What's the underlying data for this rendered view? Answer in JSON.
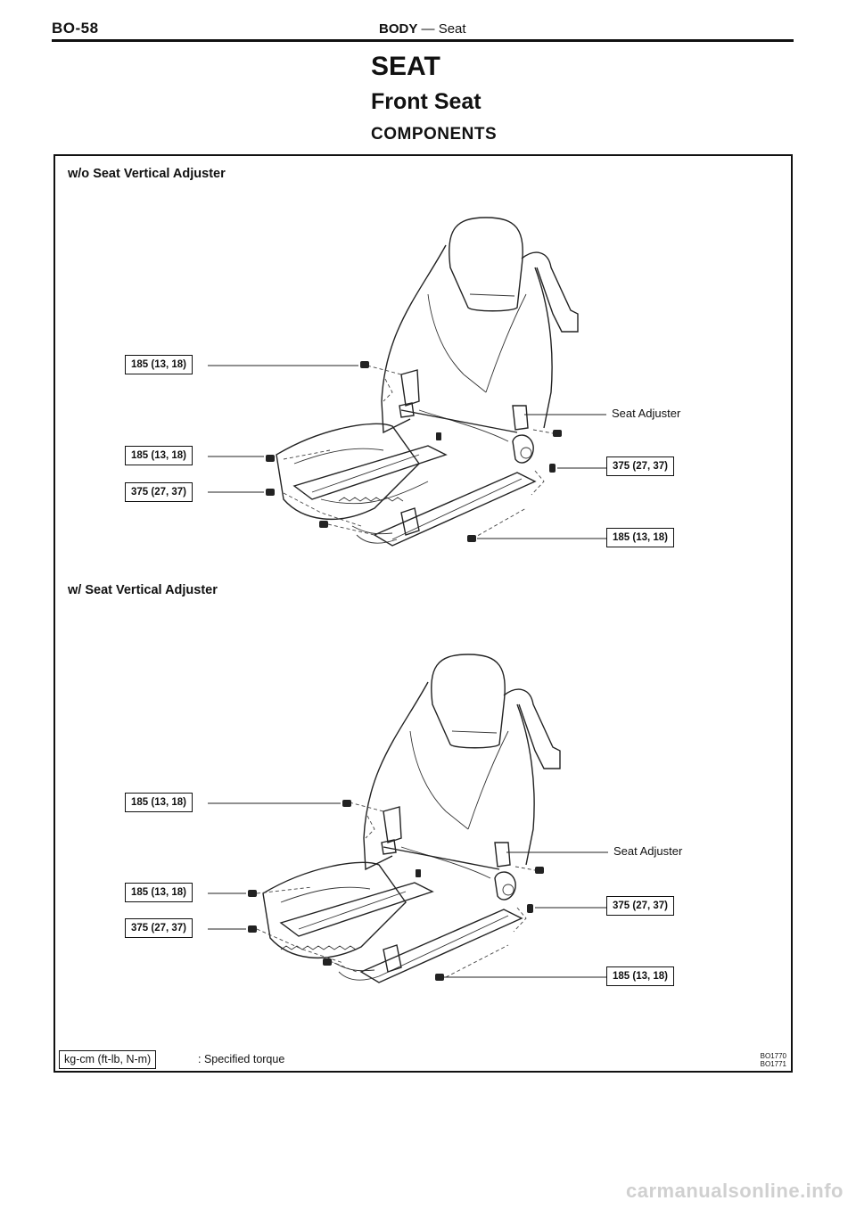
{
  "header": {
    "page_code": "BO-58",
    "section": "BODY",
    "separator": "—",
    "subsection": "Seat"
  },
  "titles": {
    "main": "SEAT",
    "sub": "Front Seat",
    "section": "COMPONENTS"
  },
  "figure_top": {
    "caption": "w/o Seat Vertical Adjuster",
    "labels": {
      "torque_upper_left": "185 (13, 18)",
      "torque_mid_left": "185 (13, 18)",
      "torque_lower_left": "375 (27, 37)",
      "seat_adjuster": "Seat Adjuster",
      "torque_right_mid": "375 (27, 37)",
      "torque_right_low": "185 (13, 18)"
    }
  },
  "figure_bottom": {
    "caption": "w/ Seat Vertical Adjuster",
    "labels": {
      "torque_upper_left": "185 (13, 18)",
      "torque_mid_left": "185 (13, 18)",
      "torque_lower_left": "375 (27, 37)",
      "seat_adjuster": "Seat Adjuster",
      "torque_right_mid": "375 (27, 37)",
      "torque_right_low": "185 (13, 18)"
    }
  },
  "legend": {
    "unit_box": "kg-cm (ft-lb, N-m)",
    "description": ": Specified torque"
  },
  "figure_codes": [
    "BO1770",
    "BO1771"
  ],
  "watermark": "carmanualsonline.info"
}
